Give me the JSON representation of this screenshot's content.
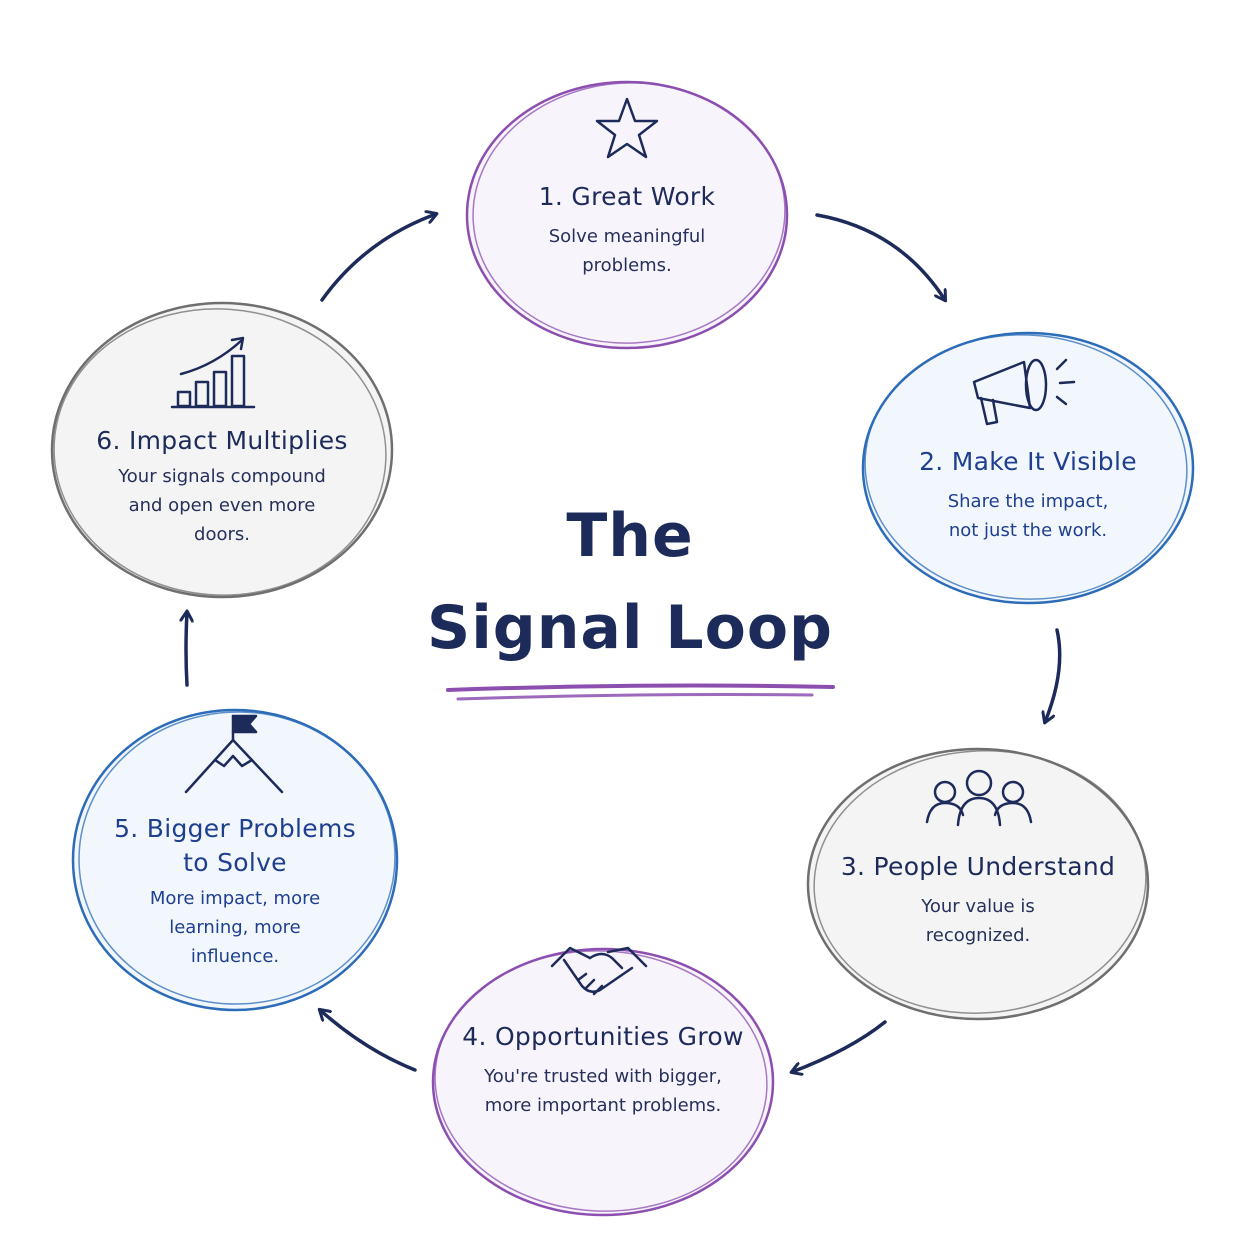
{
  "title": {
    "line1": "The",
    "line2": "Signal Loop"
  },
  "colors": {
    "ink": "#1d2b5a",
    "purple": "#8c4fb0",
    "blue": "#2d6cb8",
    "gray": "#6f6f6f",
    "purple_fill": "#f8f4fb",
    "blue_fill": "#f2f7fd",
    "gray_fill": "#f4f4f4"
  },
  "steps": [
    {
      "title": "1. Great Work",
      "desc": [
        "Solve meaningful",
        "problems."
      ],
      "icon": "star-icon"
    },
    {
      "title": "2. Make It Visible",
      "desc": [
        "Share the impact,",
        "not just the work."
      ],
      "icon": "megaphone-icon"
    },
    {
      "title": "3. People Understand",
      "desc": [
        "Your value is",
        "recognized."
      ],
      "icon": "people-icon"
    },
    {
      "title": "4. Opportunities Grow",
      "desc": [
        "You're trusted with bigger,",
        "more important problems."
      ],
      "icon": "handshake-icon"
    },
    {
      "title": [
        "5. Bigger Problems",
        "to Solve"
      ],
      "desc": [
        "More impact, more",
        "learning, more",
        "influence."
      ],
      "icon": "mountain-flag-icon"
    },
    {
      "title": "6. Impact Multiplies",
      "desc": [
        "Your signals compound",
        "and open even more",
        "doors."
      ],
      "icon": "growth-chart-icon"
    }
  ]
}
